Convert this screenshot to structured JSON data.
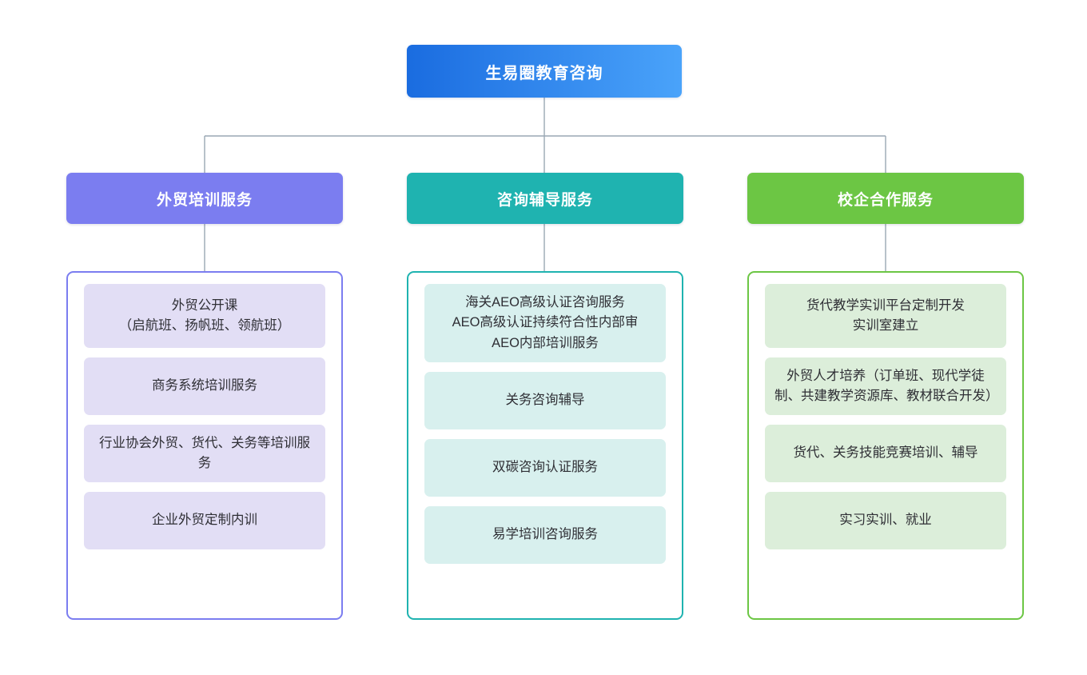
{
  "diagram": {
    "type": "organizational-tree",
    "root": {
      "label": "生易圈教育咨询",
      "color_from": "#1a6ce0",
      "color_to": "#4aa3fa"
    },
    "branches": [
      {
        "label": "外贸培训服务",
        "header_color": "#7b7df0",
        "border_color": "#7b7df0",
        "leaf_bg": "#e2def5",
        "items": [
          {
            "lines": [
              "外贸公开课",
              "（启航班、扬帆班、领航班）"
            ]
          },
          {
            "lines": [
              "商务系统培训服务"
            ]
          },
          {
            "lines": [
              "行业协会外贸、货代、关务等培训服务"
            ]
          },
          {
            "lines": [
              "企业外贸定制内训"
            ]
          }
        ]
      },
      {
        "label": "咨询辅导服务",
        "header_color": "#1fb3b0",
        "border_color": "#1fb3b0",
        "leaf_bg": "#d8f0ee",
        "items": [
          {
            "lines": [
              "海关AEO高级认证咨询服务",
              "AEO高级认证持续符合性内部审",
              "AEO内部培训服务"
            ]
          },
          {
            "lines": [
              "关务咨询辅导"
            ]
          },
          {
            "lines": [
              "双碳咨询认证服务"
            ]
          },
          {
            "lines": [
              "易学培训咨询服务"
            ]
          }
        ]
      },
      {
        "label": "校企合作服务",
        "header_color": "#6cc644",
        "border_color": "#6cc644",
        "leaf_bg": "#dceeda",
        "items": [
          {
            "lines": [
              "货代教学实训平台定制开发",
              "实训室建立"
            ]
          },
          {
            "lines": [
              "外贸人才培养（订单班、现代学徒制、共建教学资源库、教材联合开发）"
            ]
          },
          {
            "lines": [
              "货代、关务技能竞赛培训、辅导"
            ]
          },
          {
            "lines": [
              "实习实训、就业"
            ]
          }
        ]
      }
    ],
    "connector_color": "#9aa7b4"
  }
}
